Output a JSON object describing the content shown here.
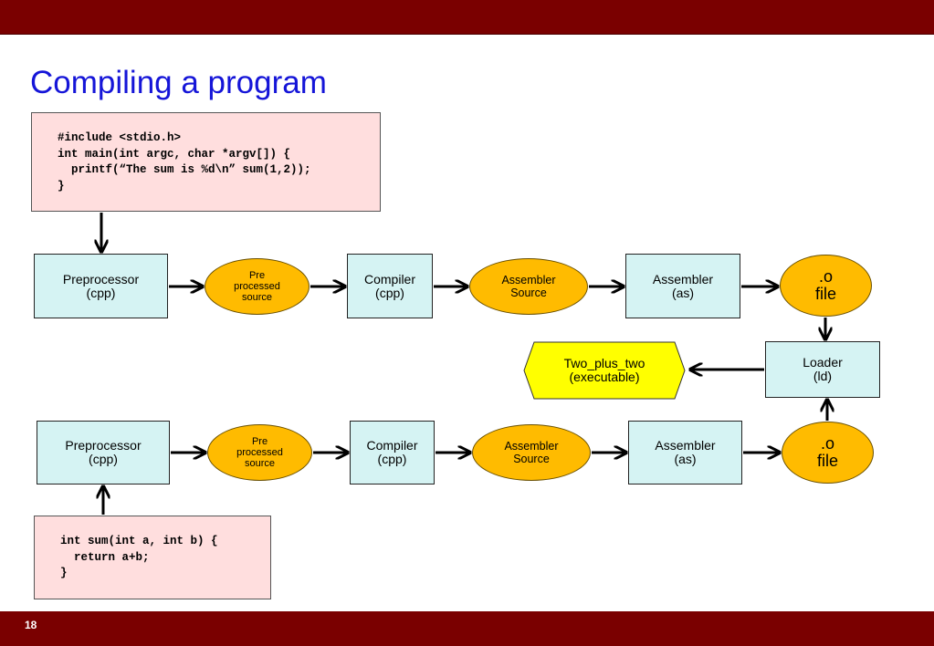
{
  "slide": {
    "title": "Compiling a program",
    "page_number": "18"
  },
  "code_main": {
    "lines": [
      "#include <stdio.h>",
      "int main(int argc, char *argv[]) {",
      "  printf(“The sum is %d\\n” sum(1,2));",
      "}"
    ]
  },
  "code_sum": {
    "lines": [
      "int sum(int a, int b) {",
      "  return a+b;",
      "}"
    ]
  },
  "row1": {
    "preprocessor": [
      "Preprocessor",
      "(cpp)"
    ],
    "preprocessed": [
      "Pre",
      "processed",
      "source"
    ],
    "compiler": [
      "Compiler",
      "(cpp)"
    ],
    "assembler_source": [
      "Assembler",
      "Source"
    ],
    "assembler": [
      "Assembler",
      "(as)"
    ],
    "object_file": [
      ".o",
      "file"
    ]
  },
  "row2": {
    "preprocessor": [
      "Preprocessor",
      "(cpp)"
    ],
    "preprocessed": [
      "Pre",
      "processed",
      "source"
    ],
    "compiler": [
      "Compiler",
      "(cpp)"
    ],
    "assembler_source": [
      "Assembler",
      "Source"
    ],
    "assembler": [
      "Assembler",
      "(as)"
    ],
    "object_file": [
      ".o",
      "file"
    ]
  },
  "loader": [
    "Loader",
    "(ld)"
  ],
  "executable": [
    "Two_plus_two",
    "(executable)"
  ],
  "colors": {
    "bar": "#7a0000",
    "title": "#1515d8",
    "code_bg": "#ffdede",
    "box_bg": "#d5f3f3",
    "oval_bg": "#ffbb00",
    "exec_bg": "#ffff00"
  }
}
